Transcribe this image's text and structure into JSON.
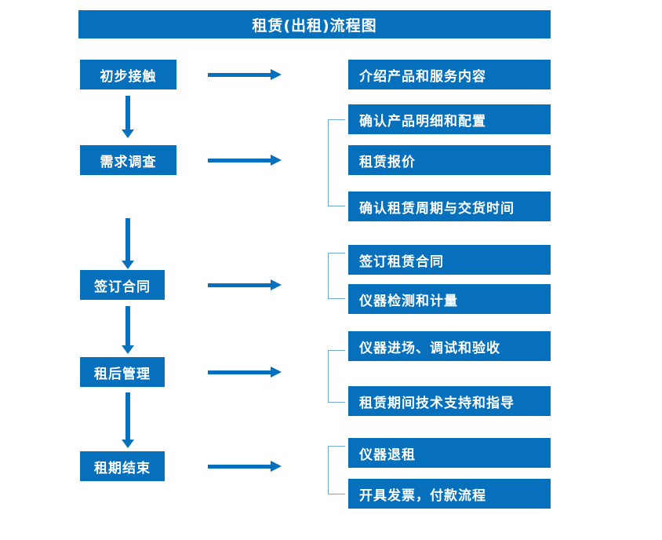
{
  "diagram": {
    "title": "租赁(出租)流程图",
    "accent_color": "#0770BD",
    "bracket_color": "#6FA8DC",
    "text_color": "#FFFFFF",
    "background_color": "#FFFFFF",
    "type": "flowchart",
    "orientation": "vertical-stages-with-horizontal-details"
  },
  "stages": [
    {
      "id": "stage-1",
      "label": "初步接触",
      "arrow_label": "",
      "details": [
        {
          "label": "介绍产品和服务内容"
        }
      ]
    },
    {
      "id": "stage-2",
      "label": "需求调查",
      "arrow_label": "",
      "details": [
        {
          "label": "确认产品明细和配置"
        },
        {
          "label": "租赁报价"
        },
        {
          "label": "确认租赁周期与交货时间"
        }
      ]
    },
    {
      "id": "stage-3",
      "label": "签订合同",
      "arrow_label": "",
      "details": [
        {
          "label": "签订租赁合同"
        },
        {
          "label": "仪器检测和计量"
        }
      ]
    },
    {
      "id": "stage-4",
      "label": "租后管理",
      "arrow_label": "",
      "details": [
        {
          "label": "仪器进场、调试和验收"
        },
        {
          "label": "租赁期间技术支持和指导"
        }
      ]
    },
    {
      "id": "stage-5",
      "label": "租期结束",
      "arrow_label": "",
      "details": [
        {
          "label": "仪器退租"
        },
        {
          "label": "开具发票，付款流程"
        }
      ]
    }
  ],
  "connectors": {
    "stage_flow_arrows": [
      {
        "from": "stage-1",
        "to": "stage-2",
        "direction": "down"
      },
      {
        "from": "stage-2",
        "to": "stage-3",
        "direction": "down"
      },
      {
        "from": "stage-3",
        "to": "stage-4",
        "direction": "down"
      },
      {
        "from": "stage-4",
        "to": "stage-5",
        "direction": "down"
      }
    ],
    "detail_arrows": [
      {
        "from": "stage-1",
        "direction": "right"
      },
      {
        "from": "stage-2",
        "direction": "right"
      },
      {
        "from": "stage-3",
        "direction": "right"
      },
      {
        "from": "stage-4",
        "direction": "right"
      },
      {
        "from": "stage-5",
        "direction": "right"
      }
    ]
  }
}
